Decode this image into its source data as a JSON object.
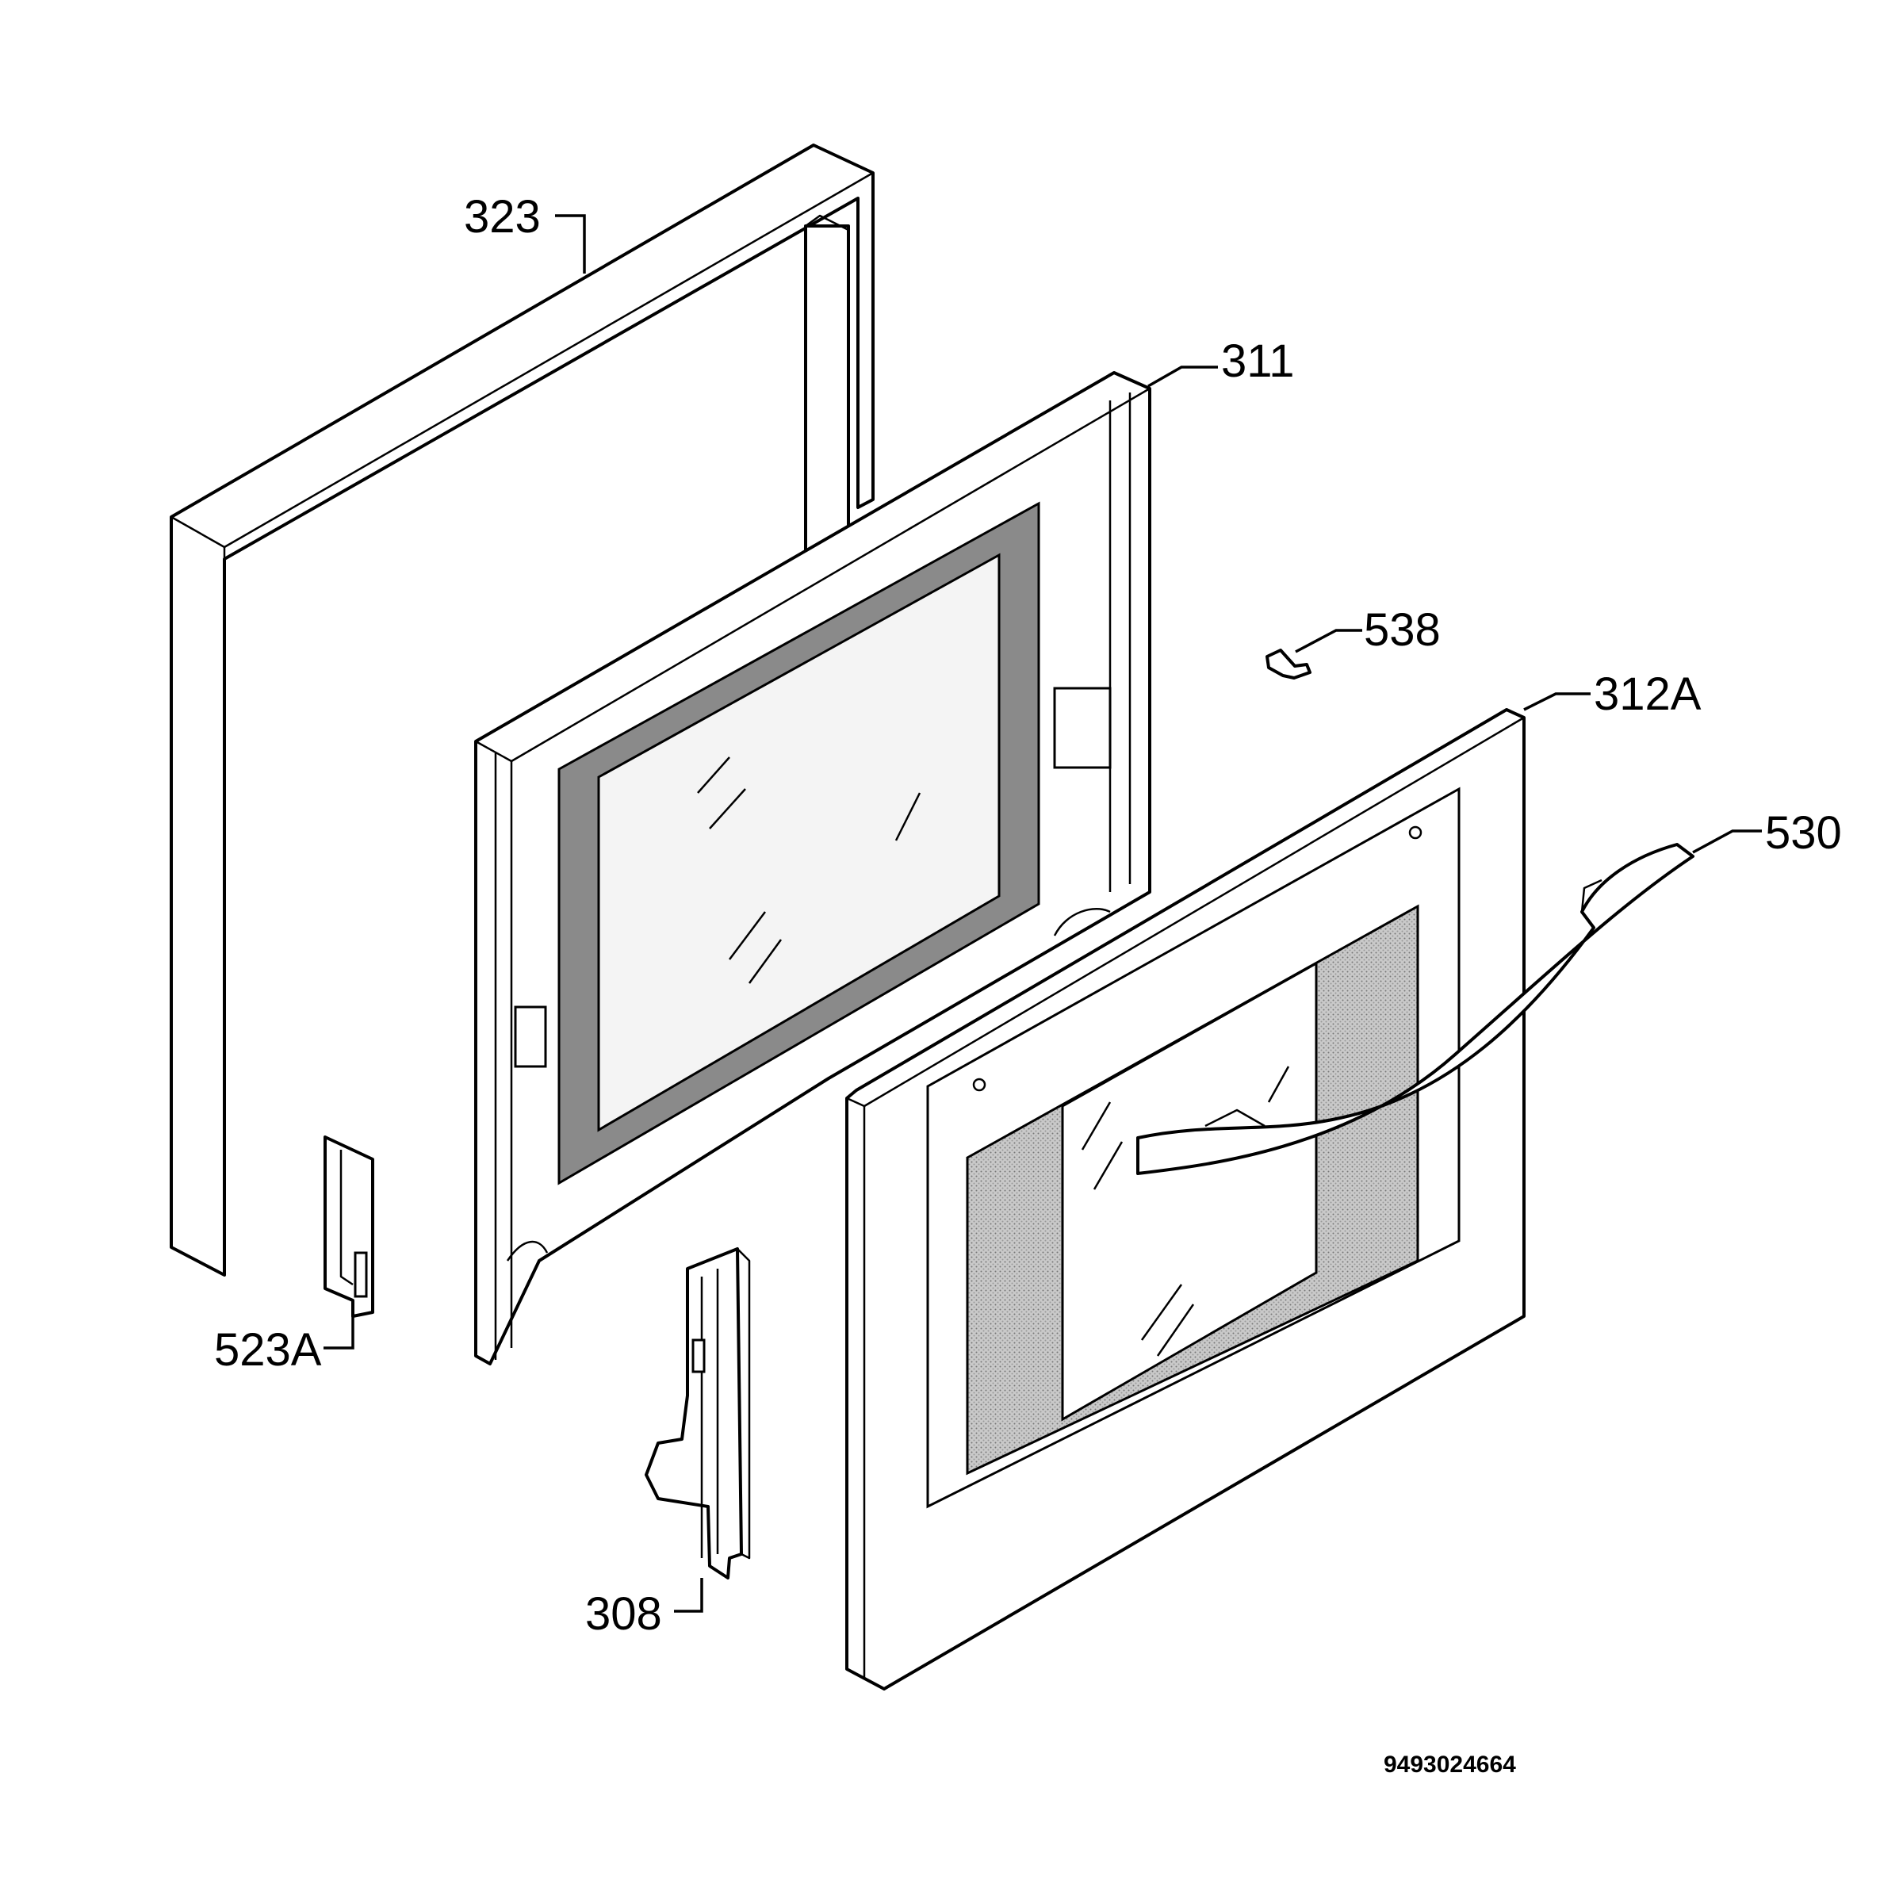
{
  "labels": {
    "p323": "323",
    "p311": "311",
    "p538": "538",
    "p312a": "312A",
    "p530": "530",
    "p523a": "523A",
    "p308": "308"
  },
  "drawing_code": "9493024664"
}
